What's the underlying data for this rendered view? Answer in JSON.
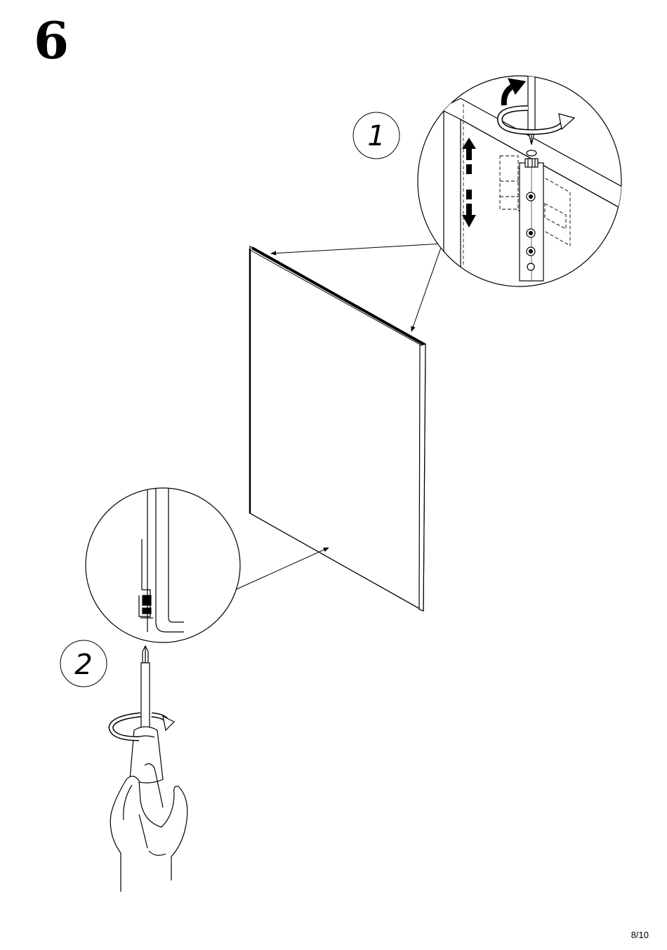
{
  "page": {
    "step_number": "6",
    "page_number": "8/10"
  },
  "substeps": [
    {
      "label": "1"
    },
    {
      "label": "2"
    }
  ],
  "icons": {
    "door": "door-panel",
    "detail_top": "hinge-adjust-detail",
    "detail_bottom": "bottom-screw-detail",
    "tool": "screwdriver-in-hand",
    "rotate_arrow": "clockwise-rotate-arrow",
    "updown_arrow": "vertical-adjust-arrow"
  }
}
